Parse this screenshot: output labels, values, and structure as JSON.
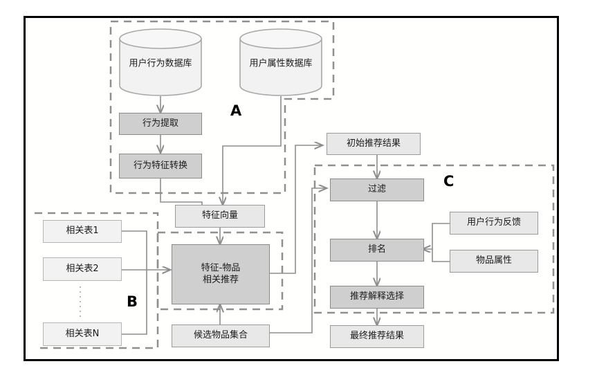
{
  "diagram": {
    "title": "Recommendation system architecture flowchart",
    "groups": [
      {
        "id": "A",
        "label": "A"
      },
      {
        "id": "B",
        "label": "B"
      },
      {
        "id": "C",
        "label": "C"
      }
    ],
    "colors": {
      "frame_border": "#000000",
      "node_light_fill": "#e8e8e8",
      "node_dark_fill": "#cfcfcf",
      "node_pale_fill": "#f2f2f2",
      "node_border": "#9a9a9a",
      "dashed_group_border": "#8f8f8f",
      "connector": "#8d8d8d",
      "text": "#1a1a1a",
      "background": "#ffffff"
    },
    "nodes": {
      "user_behavior_db": "用户行为数据库",
      "user_attribute_db": "用户属性数据库",
      "behavior_extraction": "行为提取",
      "behavior_feature_transform": "行为特征转换",
      "feature_vector": "特征向量",
      "related_table_1": "相关表1",
      "related_table_2": "相关表2",
      "related_table_n": "相关表N",
      "feature_item_recommend_line1": "特征-物品",
      "feature_item_recommend_line2": "相关推荐",
      "candidate_item_set": "候选物品集合",
      "initial_recommend_result": "初始推荐结果",
      "filter": "过滤",
      "ranking": "排名",
      "user_behavior_feedback": "用户行为反馈",
      "item_attribute": "物品属性",
      "recommend_explain_select": "推荐解释选择",
      "final_recommend_result": "最终推荐结果"
    }
  }
}
